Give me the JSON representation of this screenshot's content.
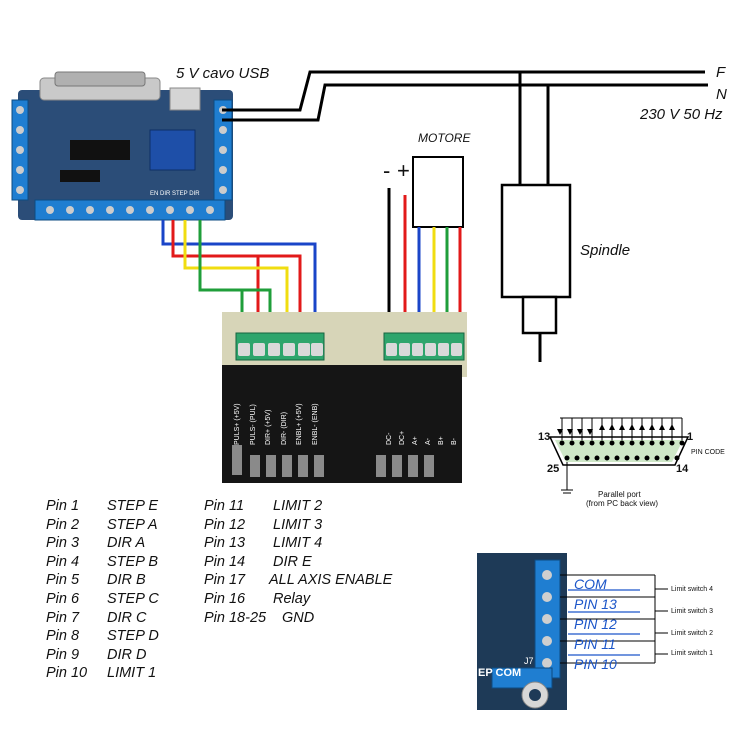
{
  "labels": {
    "usb_cable": "5 V cavo USB",
    "phase": "F",
    "neutral": "N",
    "mains": "230 V 50 Hz",
    "motor": "MOTORE",
    "minus": "-",
    "plus": "+",
    "spindle": "Spindle"
  },
  "driver": {
    "terminals_left": [
      "PULS+ (+5V)",
      "PULS- (PUL)",
      "DIR+ (+5V)",
      "DIR- (DIR)",
      "ENBL+ (+5V)",
      "ENBL- (ENB)"
    ],
    "terminals_right": [
      "DC-",
      "DC+",
      "A+",
      "A-",
      "B+",
      "B-"
    ]
  },
  "board": {
    "port_label": "EN DIR STEP DIR"
  },
  "parallel_port": {
    "pin_13": "13",
    "pin_1": "1",
    "pin_25": "25",
    "pin_14": "14",
    "pin_code": "PIN CODE",
    "caption_1": "Parallel port",
    "caption_2": "(from PC back view)"
  },
  "pin_table_left": [
    {
      "pin": "Pin 1",
      "func": "STEP E"
    },
    {
      "pin": "Pin 2",
      "func": "STEP A"
    },
    {
      "pin": "Pin 3",
      "func": "DIR A"
    },
    {
      "pin": "Pin 4",
      "func": "STEP B"
    },
    {
      "pin": "Pin 5",
      "func": "DIR B"
    },
    {
      "pin": "Pin 6",
      "func": "STEP C"
    },
    {
      "pin": "Pin 7",
      "func": "DIR C"
    },
    {
      "pin": "Pin 8",
      "func": "STEP D"
    },
    {
      "pin": "Pin 9",
      "func": "DIR D"
    },
    {
      "pin": "Pin 10",
      "func": "LIMIT 1"
    }
  ],
  "pin_table_right": [
    {
      "pin": "Pin 11",
      "func": "LIMIT 2"
    },
    {
      "pin": "Pin 12",
      "func": "LIMIT 3"
    },
    {
      "pin": "Pin 13",
      "func": "LIMIT 4"
    },
    {
      "pin": "Pin 14",
      "func": "DIR E"
    },
    {
      "pin": "Pin 17",
      "func": "ALL AXIS ENABLE"
    },
    {
      "pin": "Pin 16",
      "func": "Relay"
    },
    {
      "pin": "Pin 18-25",
      "func": "GND"
    }
  ],
  "limit_panel": {
    "pins": [
      "COM",
      "PIN 13",
      "PIN 12",
      "PIN 11",
      "PIN 10"
    ],
    "switches": [
      "Limit switch 4",
      "Limit switch 3",
      "Limit switch 2",
      "Limit switch 1"
    ],
    "board_text": "EP COM",
    "board_text_2": "J7"
  }
}
